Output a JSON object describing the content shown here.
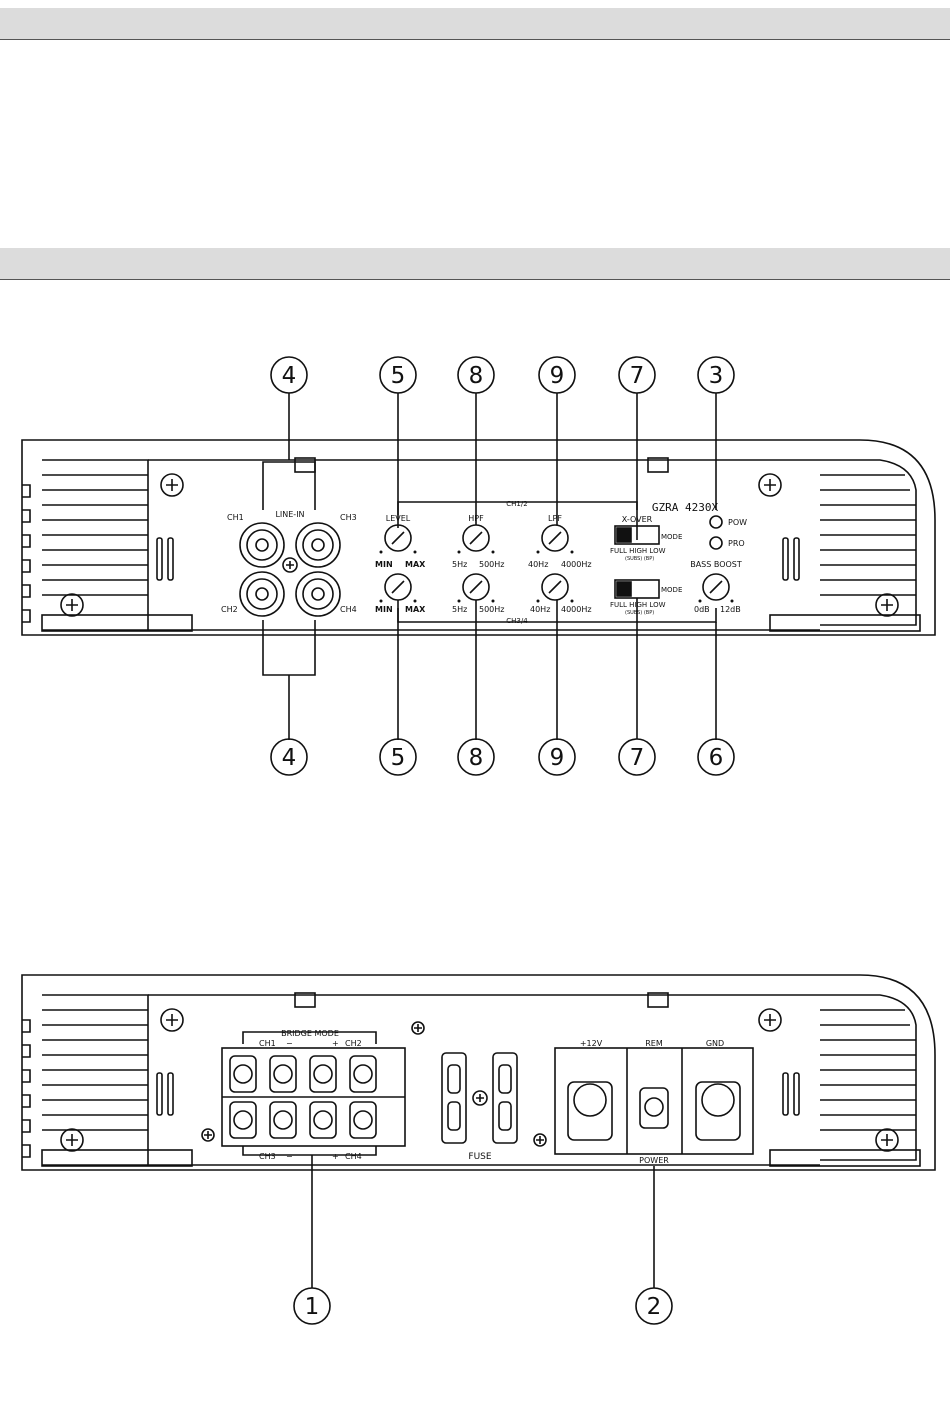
{
  "callouts_front": {
    "top": [
      "4",
      "5",
      "8",
      "9",
      "7",
      "3"
    ],
    "bottom": [
      "4",
      "5",
      "8",
      "9",
      "7",
      "6"
    ]
  },
  "callouts_rear": [
    "1",
    "2"
  ],
  "front_panel": {
    "model": "GZRA 4230X",
    "line_in": "LINE-IN",
    "ch1": "CH1",
    "ch2": "CH2",
    "ch3": "CH3",
    "ch4": "CH4",
    "ch12": "CH1/2",
    "ch34": "CH3/4",
    "level": "LEVEL",
    "hpf": "HPF",
    "lpf": "LPF",
    "min": "MIN",
    "max": "MAX",
    "hpf_min": "5Hz",
    "hpf_max": "500Hz",
    "lpf_min": "40Hz",
    "lpf_max": "4000Hz",
    "xover": "X-OVER",
    "mode": "MODE",
    "full_high_low": "FULL HIGH LOW",
    "sub_bp": "(SUBS) (BP)",
    "pow": "POW",
    "pro": "PRO",
    "bass_boost": "BASS BOOST",
    "bb_min": "0dB",
    "bb_max": "12dB"
  },
  "rear_panel": {
    "bridge_mode": "BRIDGE MODE",
    "ch1": "CH1",
    "ch2": "CH2",
    "ch3": "CH3",
    "ch4": "CH4",
    "plus": "+",
    "minus": "−",
    "fuse": "FUSE",
    "v12": "+12V",
    "rem": "REM",
    "gnd": "GND",
    "power": "POWER"
  },
  "colors": {
    "band": "#dcdcdc",
    "line": "#111111"
  }
}
